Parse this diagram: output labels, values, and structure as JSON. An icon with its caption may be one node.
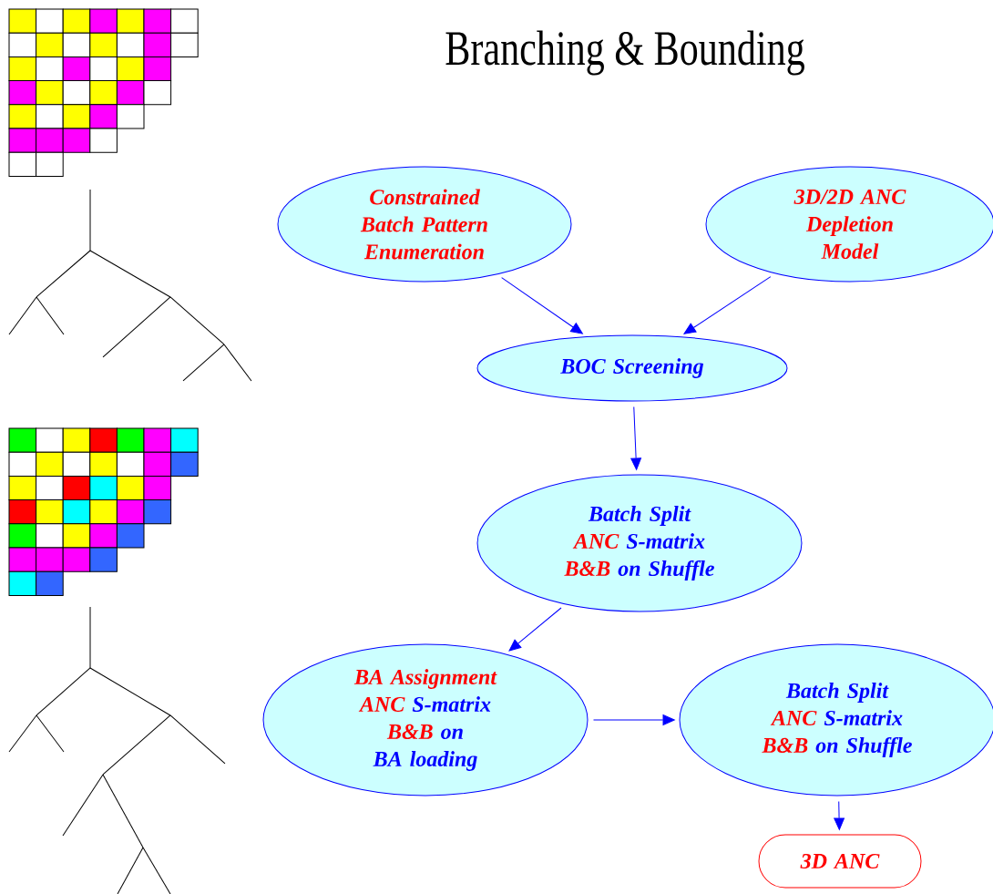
{
  "diagram": {
    "title": "Branching & Bounding",
    "nodes": [
      {
        "text": [
          "Constrained Batch Pattern Enumeration"
        ]
      },
      {
        "text": [
          "3D/2D ANC Depletion Model"
        ]
      },
      {
        "text": [
          "BOC Screening"
        ]
      },
      {
        "text": [
          "Batch Split",
          "ANC",
          "S-matrix",
          "B&B",
          "on Shuffle"
        ]
      },
      {
        "text": [
          "BA Assignment",
          "ANC",
          "S-matrix",
          "B&B",
          "on BA loading"
        ]
      },
      {
        "text": [
          "Batch Split",
          "ANC",
          "S-matrix",
          "B&B",
          "on Shuffle"
        ]
      },
      {
        "text": [
          "3D ANC"
        ]
      }
    ],
    "edges": [
      {
        "from": 0,
        "to": 2,
        "arrow": "to"
      },
      {
        "from": 1,
        "to": 2,
        "arrow": "to"
      },
      {
        "from": 2,
        "to": 3,
        "arrow": "to"
      },
      {
        "from": 3,
        "to": 4,
        "arrow": "to"
      },
      {
        "from": 4,
        "to": 5,
        "arrow": "to"
      },
      {
        "from": 5,
        "to": 6,
        "arrow": "to"
      }
    ]
  }
}
